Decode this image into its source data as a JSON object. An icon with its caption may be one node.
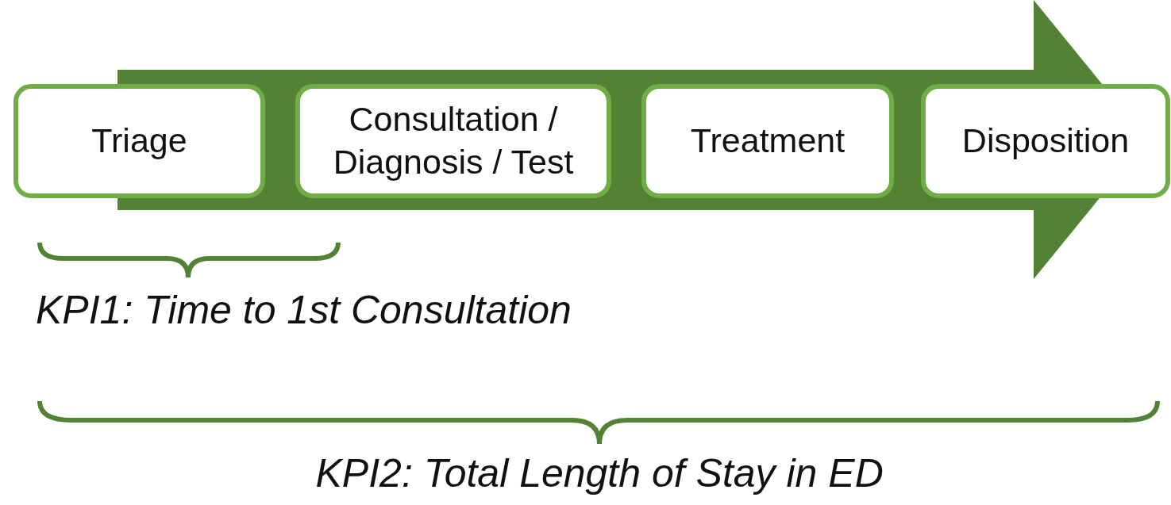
{
  "diagram": {
    "nodes": [
      {
        "text": [
          "Triage"
        ]
      },
      {
        "text": [
          "Consultation / Diagnosis / Test"
        ]
      },
      {
        "text": [
          "Treatment"
        ]
      },
      {
        "text": [
          "Disposition"
        ]
      }
    ],
    "labels": [
      "KPI1: Time to 1st Consultation",
      "KPI2: Total Length of Stay in ED"
    ]
  }
}
